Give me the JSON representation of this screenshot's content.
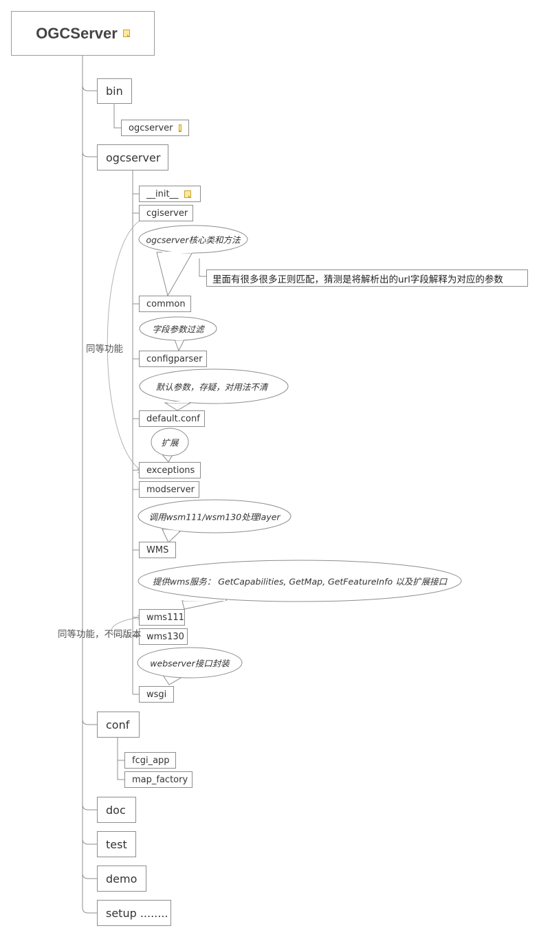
{
  "root": {
    "label": "OGCServer",
    "icon": "note-icon"
  },
  "bin": {
    "label": "bin",
    "children": {
      "ogcserver": "ogcserver"
    }
  },
  "ogcserver": {
    "label": "ogcserver",
    "children": {
      "init": "__init__",
      "cgiserver": "cgiserver",
      "common": "common",
      "configparser": "configparser",
      "default_conf": "default.conf",
      "exceptions": "exceptions",
      "modserver": "modserver",
      "wms": "WMS",
      "wms111": "wms111",
      "wms130": "wms130",
      "wsgi": "wsgi"
    }
  },
  "conf": {
    "label": "conf",
    "children": {
      "fcgi_app": "fcgi_app",
      "map_factory": "map_factory"
    }
  },
  "doc": {
    "label": "doc"
  },
  "test": {
    "label": "test"
  },
  "demo": {
    "label": "demo"
  },
  "setup": {
    "label": "setup ........"
  },
  "callouts": {
    "common_core": "ogcserver核心类和方法",
    "common_regex": "里面有很多很多正则匹配，猜测是将解析出的url字段解释为对应的参数",
    "configparser": "字段参数过滤",
    "default_conf": "默认参数，存疑，对用法不清",
    "exceptions": "扩展",
    "wms": "调用wsm111/wsm130处理layer",
    "wms111": "提供wms服务： GetCapabilities, GetMap, GetFeatureInfo 以及扩展接口",
    "wsgi": "webserver接口封装"
  },
  "relations": {
    "same_function": "同等功能",
    "same_function_diff_version": "同等功能，不同版本"
  },
  "colors": {
    "line": "#8c8c8c",
    "border": "#8c8c8c",
    "note": "#fde8a0",
    "text": "#333333"
  }
}
